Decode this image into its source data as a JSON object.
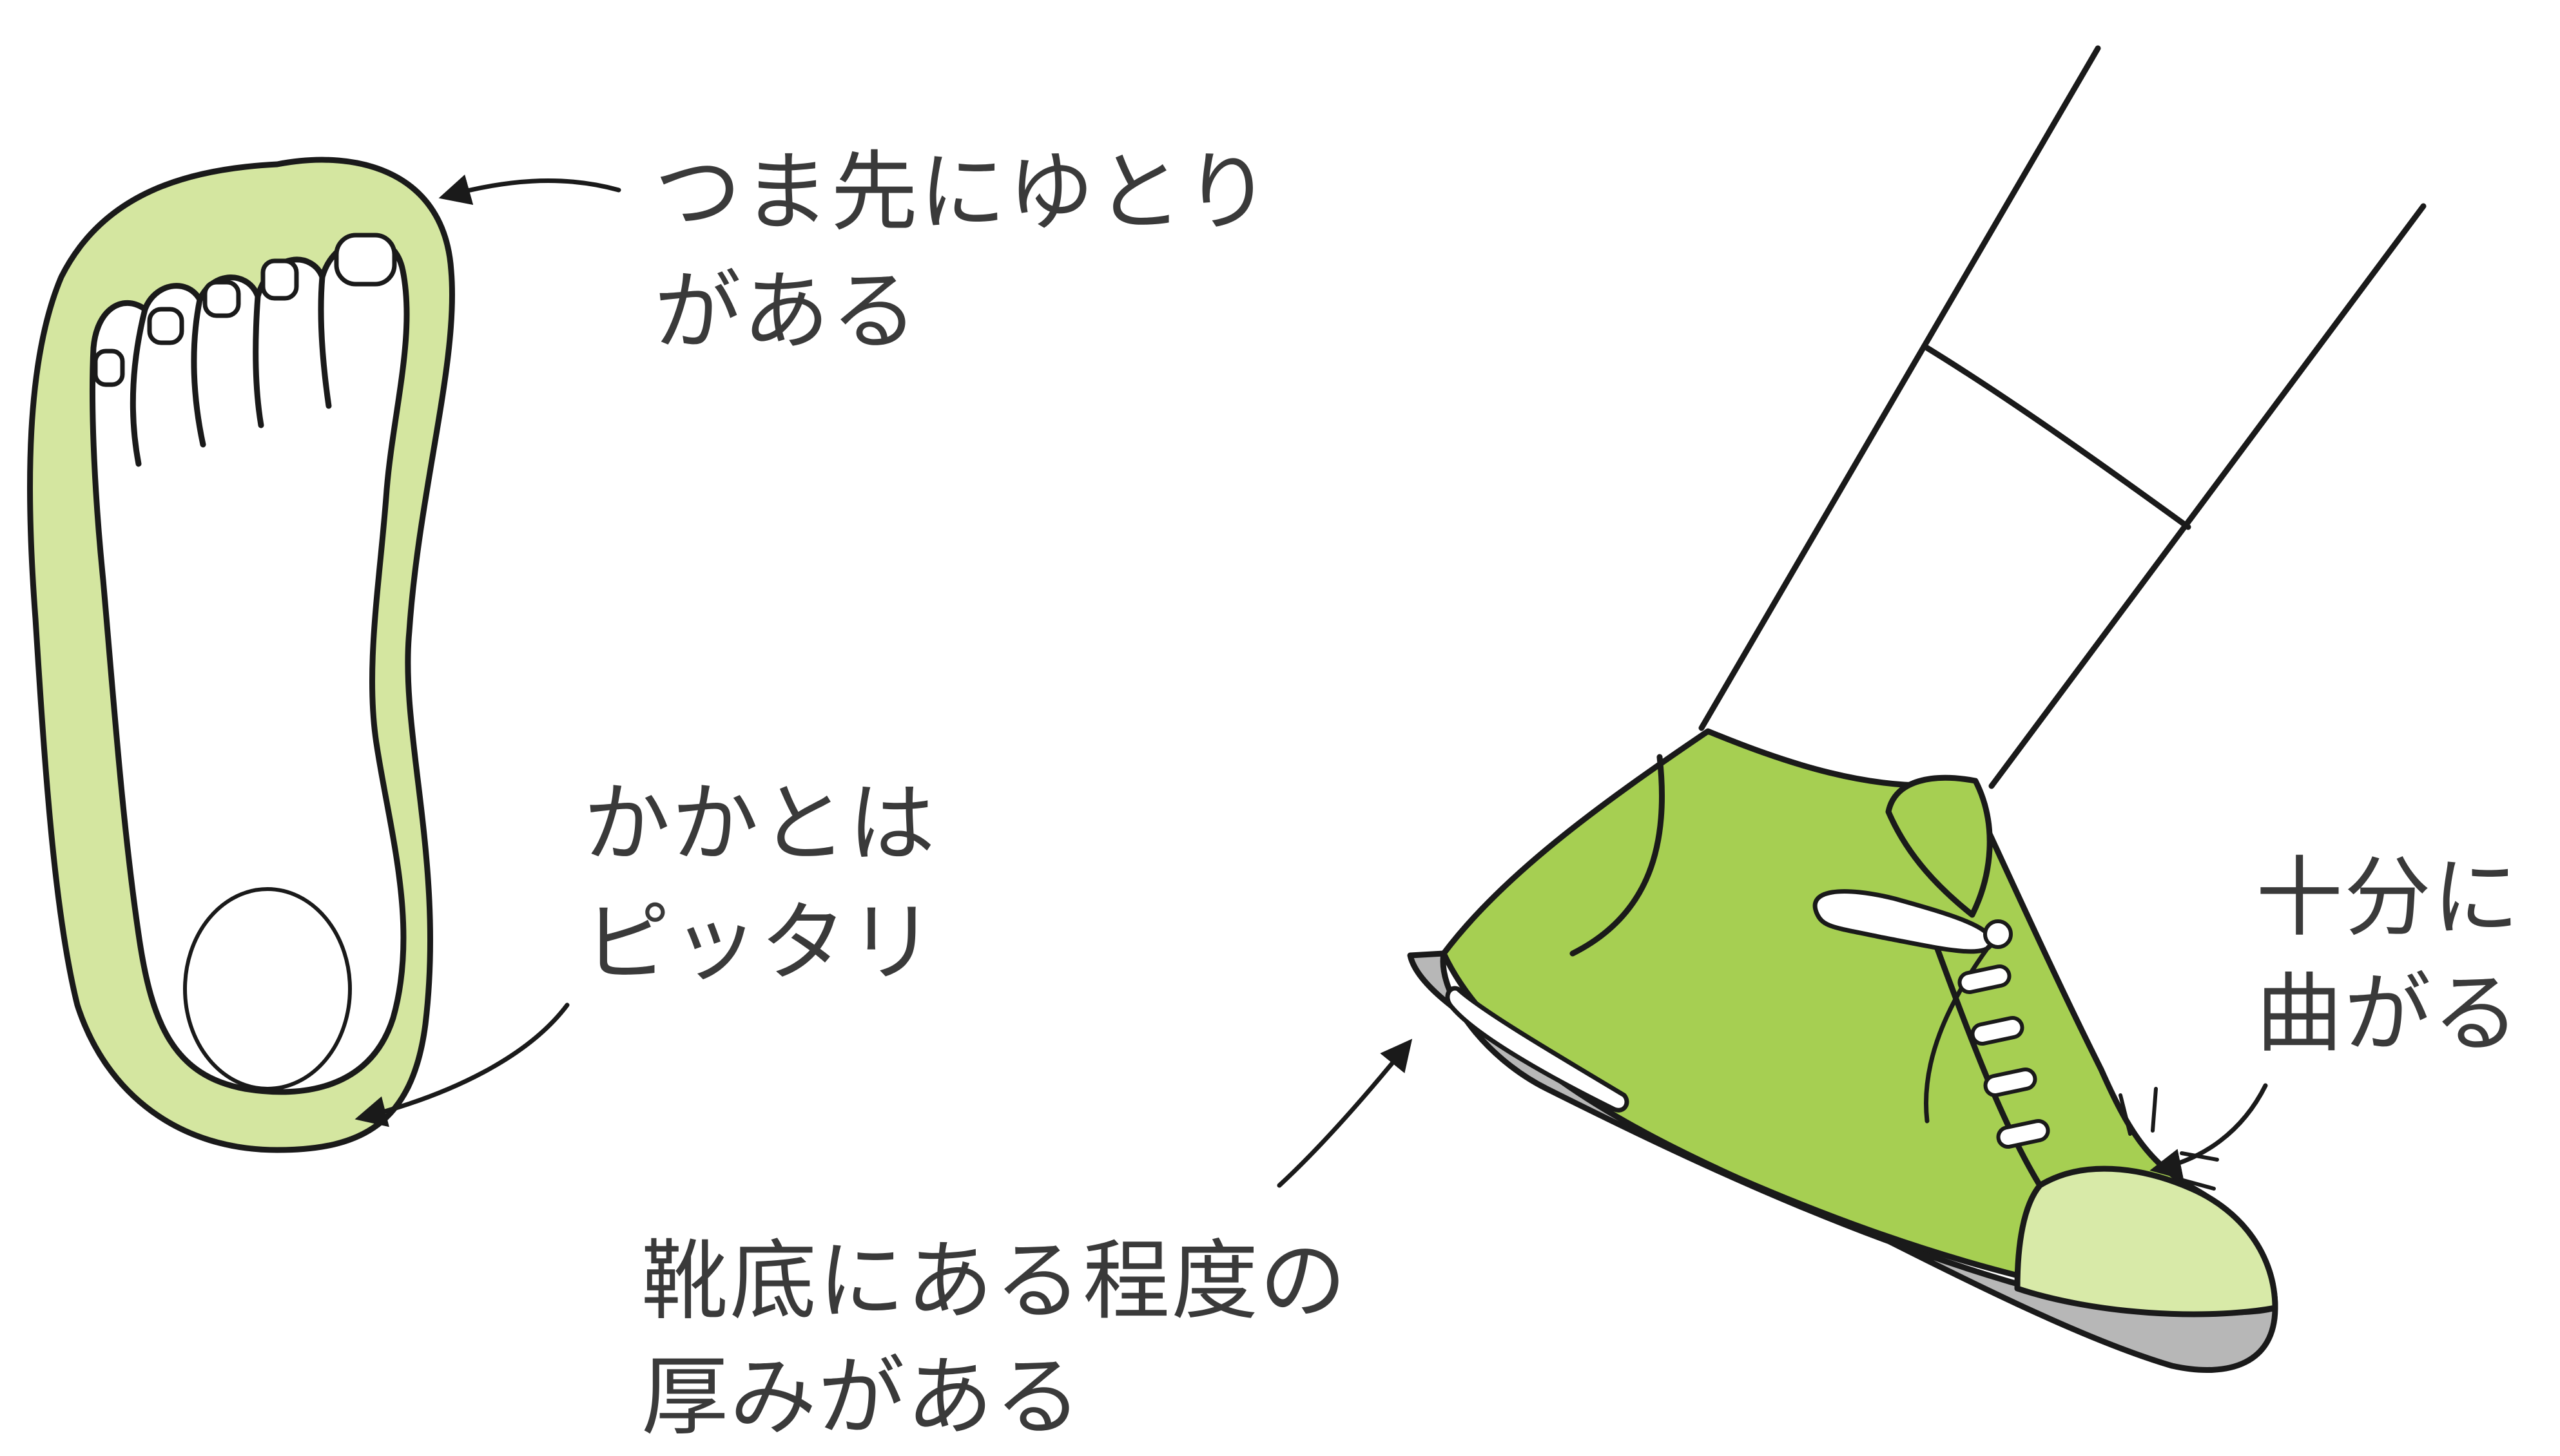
{
  "labels": {
    "toe_room_line1": "つま先にゆとり",
    "toe_room_line2": "がある",
    "heel_fit_line1": "かかとは",
    "heel_fit_line2": "ピッタリ",
    "sole_line1": "靴底にある程度の",
    "sole_line2": "厚みがある",
    "bend_line1": "十分に",
    "bend_line2": "曲がる"
  },
  "colors": {
    "insole_green": "#d4e6a0",
    "shoe_green": "#a6cf52",
    "toe_cap_green": "#d8eaa8",
    "sole_gray": "#b7b7b7",
    "outline": "#1a1a1a",
    "text": "#3a3a3a",
    "background": "#ffffff"
  },
  "icons": [
    "footprint-insole",
    "sneaker",
    "arrow"
  ]
}
